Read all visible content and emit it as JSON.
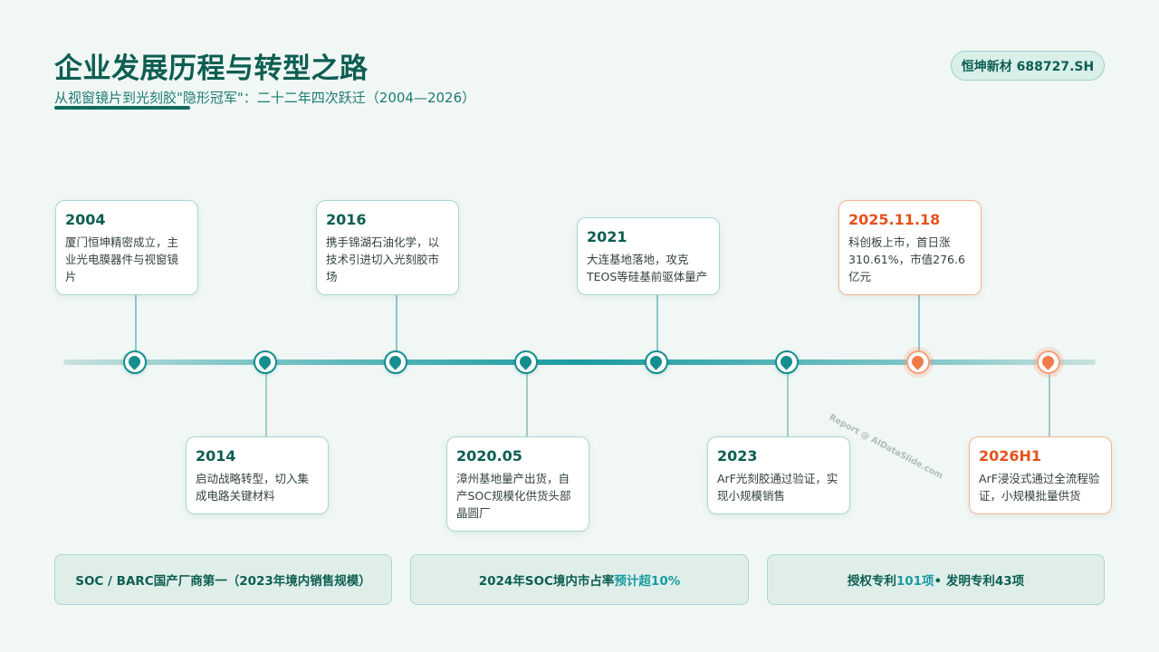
{
  "header": {
    "title": "企业发展历程与转型之路",
    "subtitle": "从视窗镜片到光刻胶\"隐形冠军\"：二十二年四次跃迁（2004—2026）",
    "badge": "恒坤新材 688727.SH"
  },
  "milestones": [
    {
      "year": "2004",
      "text": "厦门恒坤精密成立，主业光电膜器件与视窗镜片",
      "highlight": false
    },
    {
      "year": "2014",
      "text": "启动战略转型，切入集成电路关键材料",
      "highlight": false
    },
    {
      "year": "2016",
      "text": "携手锦湖石油化学，以技术引进切入光刻胶市场",
      "highlight": false
    },
    {
      "year": "2020.05",
      "text": "漳州基地量产出货，自产SOC规模化供货头部晶圆厂",
      "highlight": false
    },
    {
      "year": "2021",
      "text": "大连基地落地，攻克TEOS等硅基前驱体量产",
      "highlight": false
    },
    {
      "year": "2023",
      "text": "ArF光刻胶通过验证，实现小规模销售",
      "highlight": false
    },
    {
      "year": "2025.11.18",
      "text": "科创板上市，首日涨310.61%，市值276.6亿元",
      "highlight": true
    },
    {
      "year": "2026H1",
      "text": "ArF浸没式通过全流程验证，小规模批量供货",
      "highlight": true
    }
  ],
  "stats": [
    {
      "before": "SOC / BARC国产厂商第一（2023年境内销售规模）",
      "highlight": "",
      "after": ""
    },
    {
      "before": "2024年SOC境内市占率",
      "highlight": "预计超10%",
      "after": ""
    },
    {
      "before": "授权专利",
      "highlight": "101项",
      "after": "• 发明专利43项"
    }
  ],
  "watermark": "Report @ AIDataSlide.com",
  "colors": {
    "primary": "#0d5e52",
    "accent": "#1a9ba0",
    "highlight_orange": "#e5531e",
    "background": "#f1f7f5"
  }
}
